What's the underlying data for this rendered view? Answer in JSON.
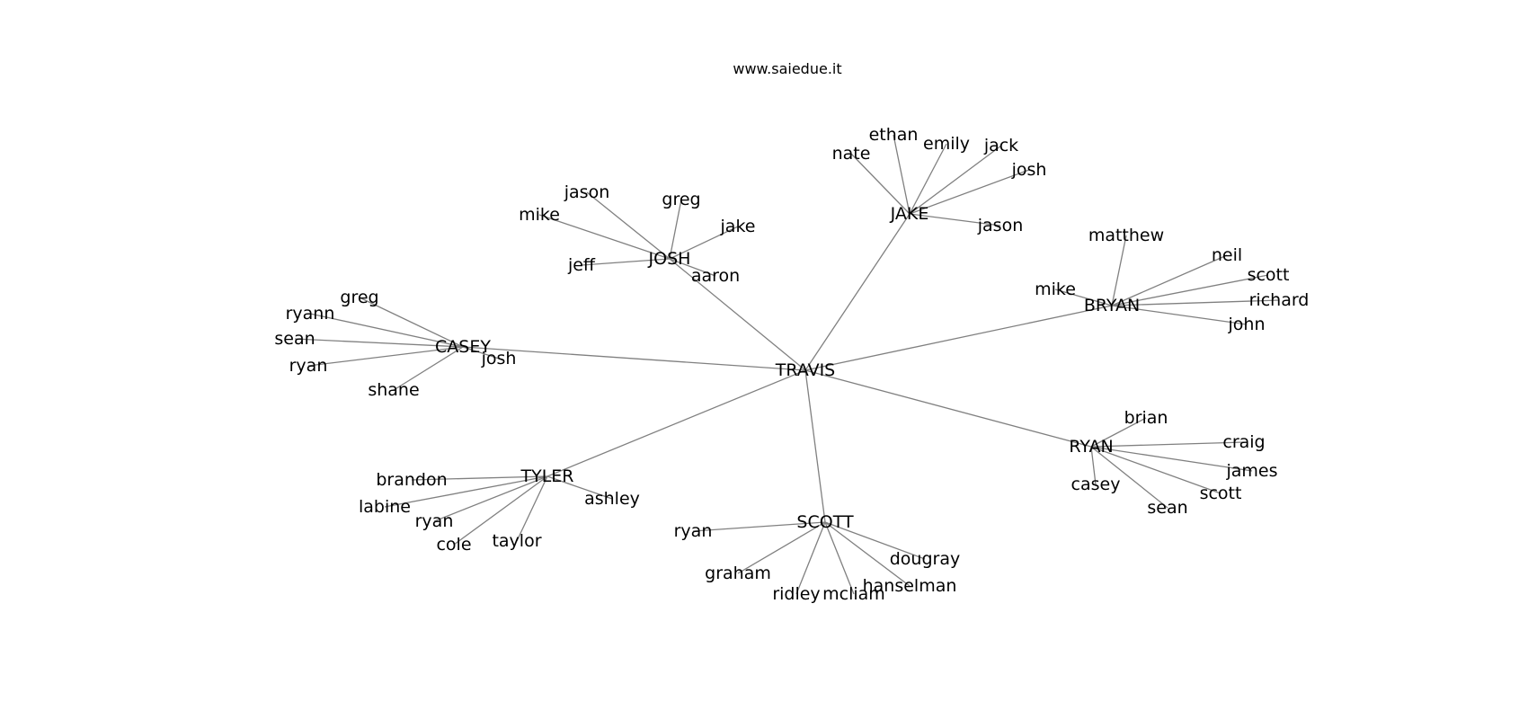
{
  "header": {
    "site": "www.saiedue.it"
  },
  "diagram": {
    "type": "network",
    "center": "TRAVIS",
    "groups": [
      {
        "label": "JOSH",
        "members": [
          "jason",
          "greg",
          "mike",
          "jake",
          "jeff",
          "aaron"
        ]
      },
      {
        "label": "JAKE",
        "members": [
          "ethan",
          "emily",
          "nate",
          "jack",
          "josh",
          "jason"
        ]
      },
      {
        "label": "BRYAN",
        "members": [
          "matthew",
          "neil",
          "scott",
          "mike",
          "richard",
          "john"
        ]
      },
      {
        "label": "CASEY",
        "members": [
          "greg",
          "ryann",
          "sean",
          "josh",
          "ryan",
          "shane"
        ]
      },
      {
        "label": "RYAN",
        "members": [
          "brian",
          "craig",
          "james",
          "casey",
          "scott",
          "sean"
        ]
      },
      {
        "label": "TYLER",
        "members": [
          "brandon",
          "ashley",
          "labine",
          "ryan",
          "cole",
          "taylor"
        ]
      },
      {
        "label": "SCOTT",
        "members": [
          "ryan",
          "dougray",
          "graham",
          "hanselman",
          "ridley",
          "mcliam"
        ]
      }
    ]
  }
}
